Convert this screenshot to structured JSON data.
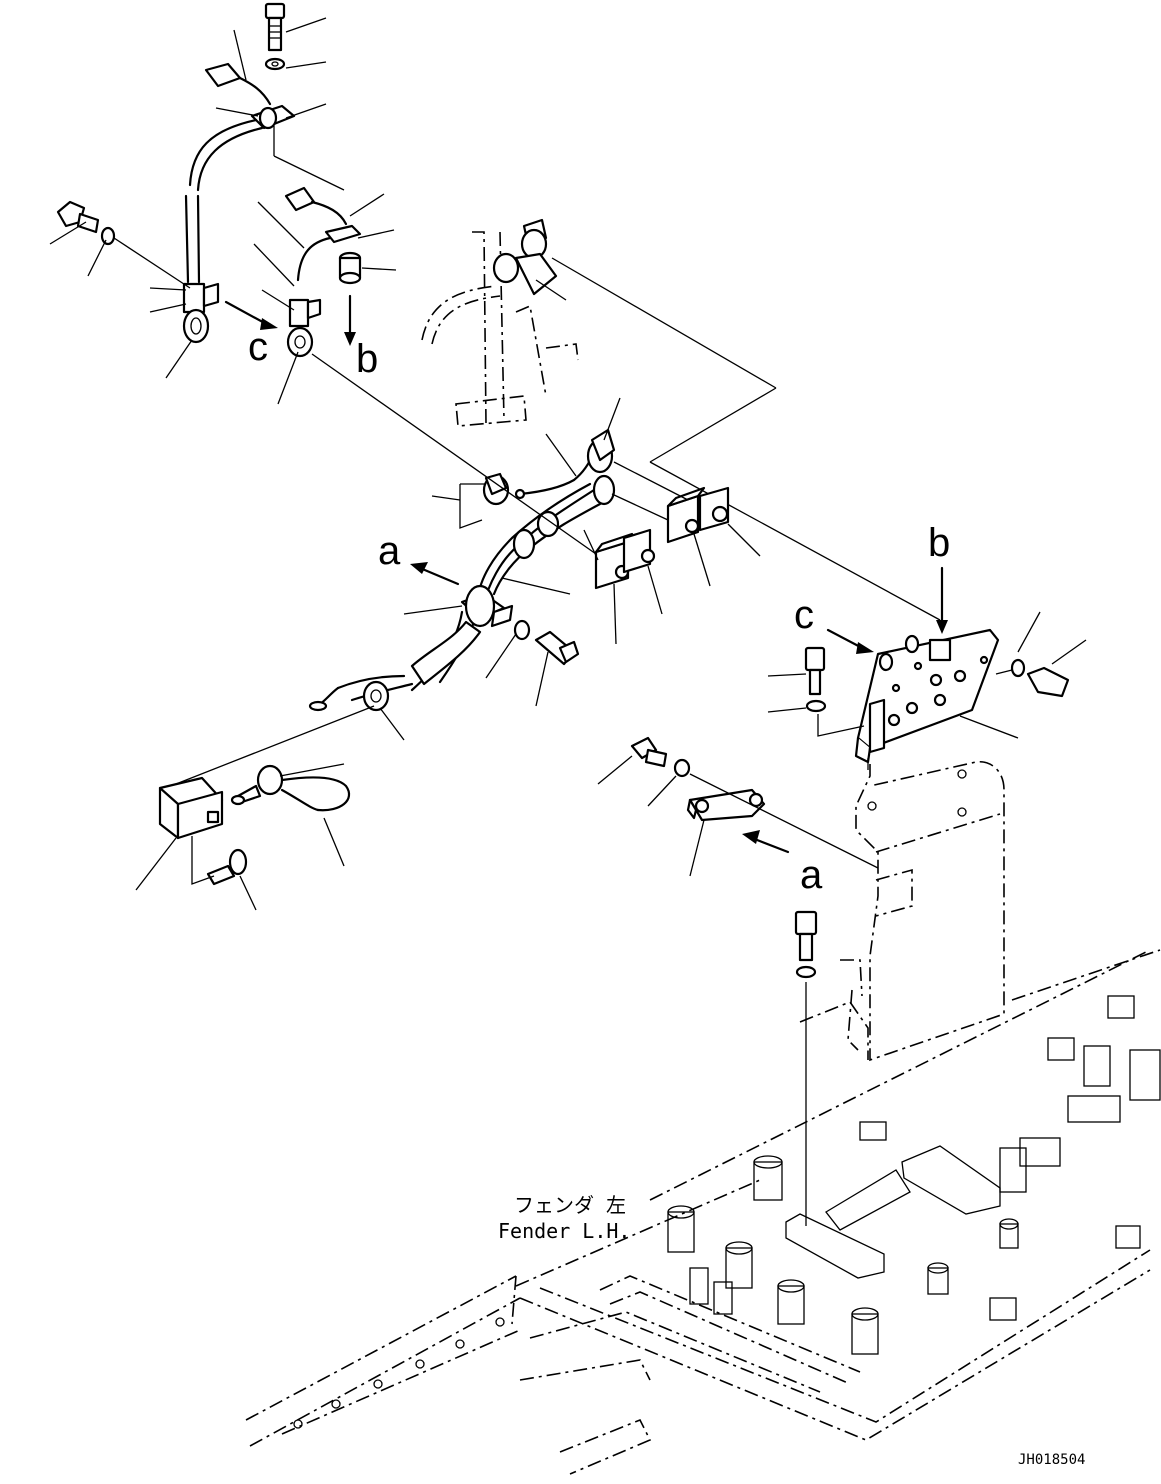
{
  "view_labels": {
    "a": "a",
    "b": "b",
    "c": "c"
  },
  "fender": {
    "japanese": "フェンダ 左",
    "english": "Fender L.H."
  },
  "drawing_code": "JH018504",
  "icons": {
    "bolt": "hex-bolt-icon",
    "washer": "washer-icon",
    "connector": "connector-icon",
    "bracket": "bracket-icon",
    "relay": "relay-block-icon",
    "clip": "clip-icon"
  },
  "colors": {
    "line": "#000000",
    "background": "#ffffff"
  }
}
